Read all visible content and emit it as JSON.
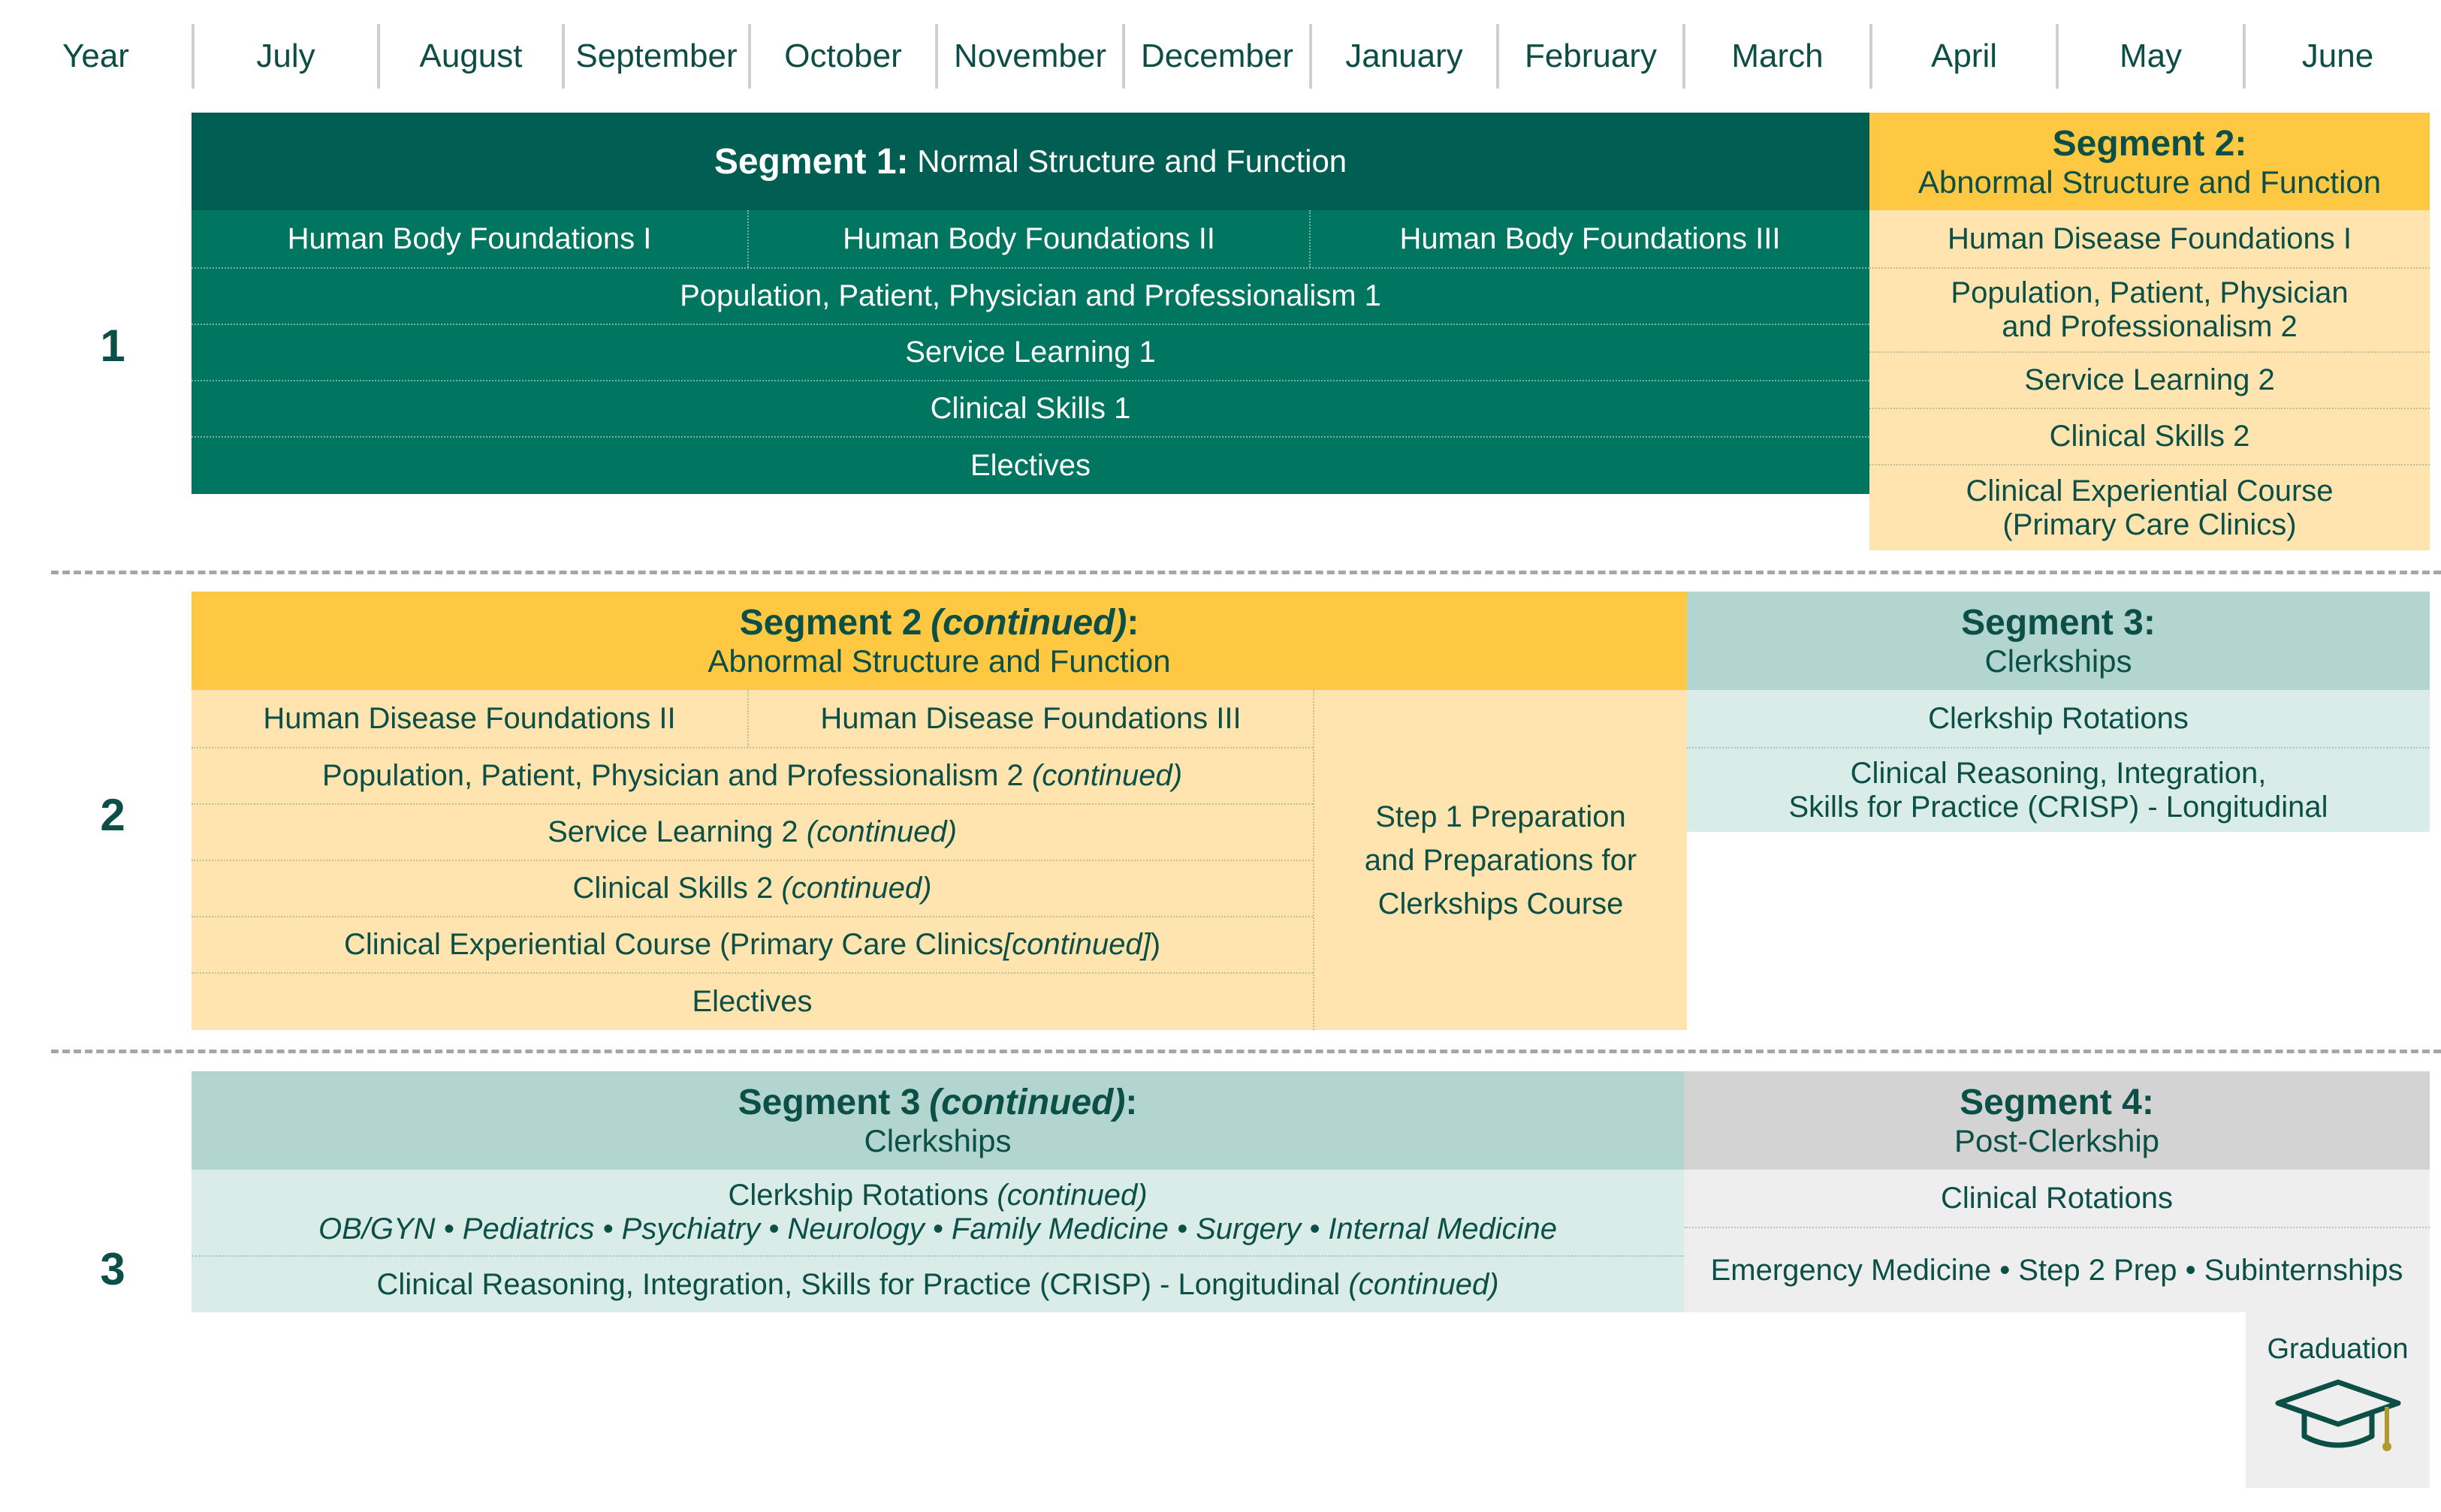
{
  "header": {
    "year_label": "Year",
    "months": [
      "July",
      "August",
      "September",
      "October",
      "November",
      "December",
      "January",
      "February",
      "March",
      "April",
      "May",
      "June"
    ]
  },
  "years": [
    "1",
    "2",
    "3"
  ],
  "year1": {
    "seg1_title": "Segment 1:",
    "seg1_sub": "Normal Structure and Function",
    "hbf1": "Human Body Foundations I",
    "hbf2": "Human Body Foundations II",
    "hbf3": "Human Body Foundations III",
    "ppp1": "Population, Patient, Physician and Professionalism 1",
    "sl1": "Service Learning 1",
    "cs1": "Clinical Skills 1",
    "electives": "Electives",
    "seg2_title": "Segment 2:",
    "seg2_sub": "Abnormal Structure and Function",
    "hdf1": "Human Disease Foundations I",
    "ppp2_a": "Population, Patient, Physician",
    "ppp2_b": "and Professionalism 2",
    "sl2": "Service Learning 2",
    "cs2": "Clinical Skills 2",
    "cec_a": "Clinical Experiential Course",
    "cec_b": "(Primary Care Clinics)"
  },
  "year2": {
    "seg2c_title": "Segment 2",
    "seg2c_cont": "(continued)",
    "seg2c_colon": ":",
    "seg2c_sub": "Abnormal Structure and Function",
    "hdf2": "Human Disease Foundations II",
    "hdf3": "Human Disease Foundations III",
    "ppp2c": "Population, Patient, Physician and Professionalism 2",
    "sl2c": "Service Learning 2",
    "cs2c": "Clinical Skills 2",
    "cec_pre": "Clinical Experiential Course (Primary Care Clinics ",
    "cec_cont": "[continued]",
    "cec_post": ")",
    "cont": "(continued)",
    "electives": "Electives",
    "step1_a": "Step 1 Preparation",
    "step1_b": "and Preparations for",
    "step1_c": "Clerkships Course",
    "seg3_title": "Segment 3:",
    "seg3_sub": "Clerkships",
    "rotations": "Clerkship Rotations",
    "crisp_a": "Clinical Reasoning, Integration,",
    "crisp_b": "Skills for Practice (CRISP) - Longitudinal"
  },
  "year3": {
    "seg3c_title": "Segment 3",
    "seg3c_cont": "(continued)",
    "seg3c_colon": ":",
    "seg3c_sub": "Clerkships",
    "rot_label": "Clerkship Rotations",
    "rot_cont": "(continued)",
    "rot_list": "OB/GYN • Pediatrics • Psychiatry • Neurology • Family Medicine • Surgery • Internal Medicine",
    "crisp": "Clinical Reasoning, Integration, Skills for Practice (CRISP) - Longitudinal",
    "crisp_cont": "(continued)",
    "seg4_title": "Segment 4:",
    "seg4_sub": "Post-Clerkship",
    "clin_rot": "Clinical Rotations",
    "em_list": "Emergency Medicine • Step 2 Prep • Subinternships",
    "graduation": "Graduation"
  },
  "colors": {
    "dark_green": "#005e52",
    "green": "#007560",
    "gold": "#ffc843",
    "light_gold": "#ffe4b0",
    "teal": "#b2d6cf",
    "light_teal": "#d9ece8",
    "gray": "#d3d3d3",
    "light_gray": "#eeeeee",
    "text": "#0b4f46"
  },
  "icons": [
    "graduation-cap-icon"
  ]
}
